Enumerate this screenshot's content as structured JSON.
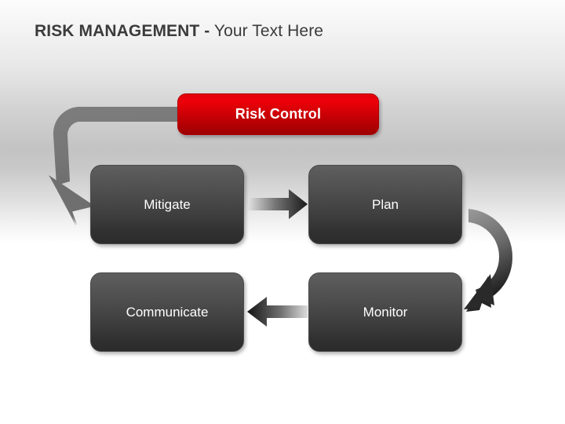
{
  "slide": {
    "title": {
      "bold_part": "RISK MANAGEMENT -",
      "light_part": " Your Text Here",
      "full": "RISK MANAGEMENT - Your Text Here"
    },
    "background": {
      "top_color": "#fcfcfc",
      "mid_color": "#c3c3c3",
      "bottom_color": "#ffffff"
    }
  },
  "diagram": {
    "type": "cycle-flow",
    "header_node": {
      "label": "Risk Control",
      "fill_top": "#ec0009",
      "fill_bottom": "#9d0000",
      "text_color": "#ffffff"
    },
    "nodes": [
      {
        "id": "mitigate",
        "label": "Mitigate",
        "fill_top": "#5e5e5e",
        "fill_bottom": "#2b2b2b",
        "text_color": "#ffffff"
      },
      {
        "id": "plan",
        "label": "Plan",
        "fill_top": "#5e5e5e",
        "fill_bottom": "#2b2b2b",
        "text_color": "#ffffff"
      },
      {
        "id": "communicate",
        "label": "Communicate",
        "fill_top": "#5e5e5e",
        "fill_bottom": "#2b2b2b",
        "text_color": "#ffffff"
      },
      {
        "id": "monitor",
        "label": "Monitor",
        "fill_top": "#5e5e5e",
        "fill_bottom": "#2b2b2b",
        "text_color": "#ffffff"
      }
    ],
    "connectors": [
      {
        "id": "risk-control-to-mitigate",
        "from": "Risk Control",
        "to": "Mitigate",
        "shape": "curved-left-down",
        "color": "#6e6e6e"
      },
      {
        "id": "mitigate-to-plan",
        "from": "Mitigate",
        "to": "Plan",
        "shape": "straight-right",
        "color_start": "#dcdcdc",
        "color_end": "#1e1e1e"
      },
      {
        "id": "plan-to-monitor",
        "from": "Plan",
        "to": "Monitor",
        "shape": "curved-right-down",
        "color_start": "#8a8a8a",
        "color_end": "#1e1e1e"
      },
      {
        "id": "monitor-to-communicate",
        "from": "Monitor",
        "to": "Communicate",
        "shape": "straight-left",
        "color_start": "#d0d0d0",
        "color_end": "#1c1c1c"
      }
    ]
  }
}
